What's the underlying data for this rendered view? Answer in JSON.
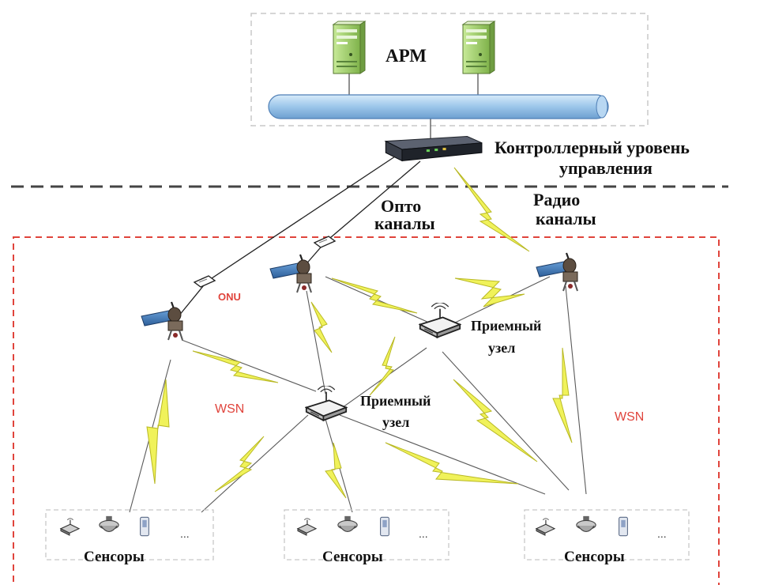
{
  "labels": {
    "arm": "АРМ",
    "controller_line1": "Контроллерный уровень",
    "controller_line2": "управления",
    "opto_line1": "Опто",
    "opto_line2": "каналы",
    "radio_line1": "Радио",
    "radio_line2": "каналы",
    "onu": "ONU",
    "wsn_left": "WSN",
    "wsn_right": "WSN",
    "receiver_right_line1": "Приемный",
    "receiver_right_line2": "узел",
    "receiver_center_line1": "Приемный",
    "receiver_center_line2": "узел",
    "sensors_left": "Сенсоры",
    "sensors_center": "Сенсоры",
    "sensors_right": "Сенсоры",
    "ellipsis": "..."
  },
  "colors": {
    "bus": "#9cc6ea",
    "server": "#9fd06c",
    "radio_bolt": "#f0f25a",
    "accent_red": "#e0443c",
    "dashed_gray": "#c8c8c8",
    "divider": "#444444"
  },
  "icons": [
    "server-icon",
    "network-bus",
    "controller-switch-icon",
    "onu-icon",
    "antenna-icon",
    "receiver-node-icon",
    "sensor-icon"
  ]
}
